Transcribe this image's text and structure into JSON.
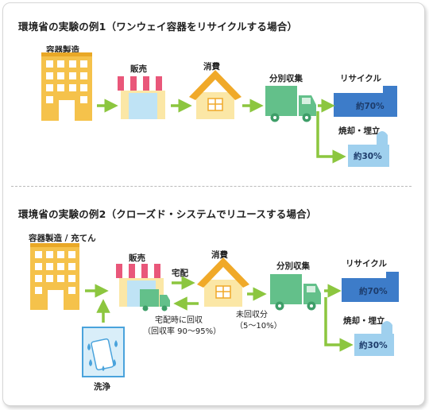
{
  "example1": {
    "title": "環境省の実験の例1（ワンウェイ容器をリサイクルする場合）",
    "stages": {
      "manufacturing": "容器製造",
      "sales": "販売",
      "consumption": "消費",
      "collection": "分別収集",
      "recycle": "リサイクル",
      "incineration": "焼却・埋立"
    },
    "recycle_percent": "約70%",
    "incineration_percent": "約30%"
  },
  "example2": {
    "title": "環境省の実験の例2（クローズド・システムでリユースする場合）",
    "stages": {
      "manufacturing": "容器製造 / 充てん",
      "sales": "販売",
      "delivery": "宅配",
      "consumption": "消費",
      "collection": "分別収集",
      "recycle": "リサイクル",
      "incineration": "焼却・埋立",
      "washing": "洗浄"
    },
    "return_label": "宅配時に回収",
    "return_rate": "（回収率 90～95%）",
    "uncollected_label": "未回収分",
    "uncollected_rate": "（5～10%）",
    "recycle_percent": "約70%",
    "incineration_percent": "約30%"
  },
  "colors": {
    "building": "#f5c24b",
    "building_dark": "#e9a826",
    "arrow": "#8cc63f",
    "truck": "#63c08a",
    "truck_dark": "#3e9e68",
    "recycle_block": "#3d7cc9",
    "incineration_block": "#9fd0ee",
    "house_roof": "#f0a929",
    "house_wall": "#fbe7a6",
    "shop_awning_red": "#e9577a",
    "shop_awning_white": "#ffffff"
  }
}
